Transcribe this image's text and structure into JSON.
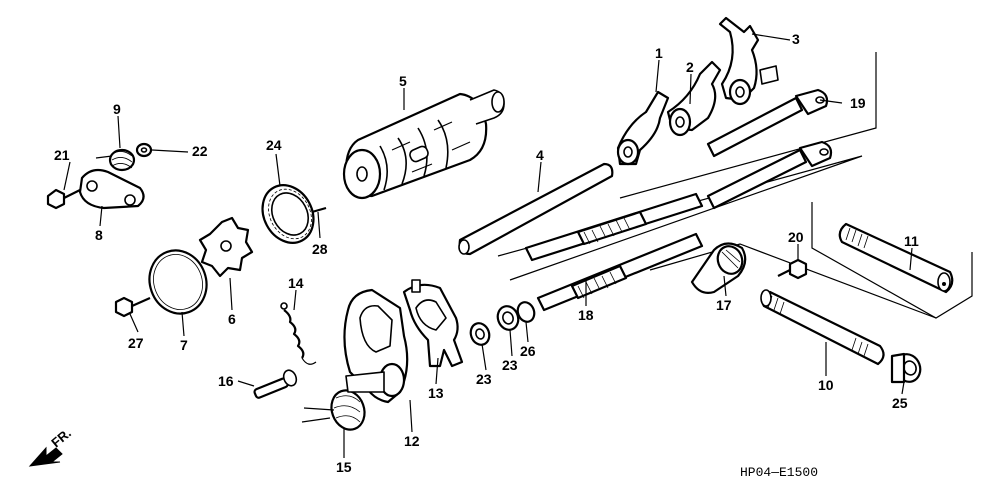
{
  "diagram_code": "HP04—E1500",
  "direction_label": "FR.",
  "callouts": {
    "p1": "1",
    "p2": "2",
    "p3": "3",
    "p4": "4",
    "p5": "5",
    "p6": "6",
    "p7": "7",
    "p8": "8",
    "p9": "9",
    "p10": "10",
    "p11": "11",
    "p12": "12",
    "p13": "13",
    "p14": "14",
    "p15": "15",
    "p16": "16",
    "p17": "17",
    "p18": "18",
    "p19": "19",
    "p20": "20",
    "p21": "21",
    "p22": "22",
    "p23a": "23",
    "p23b": "23",
    "p24": "24",
    "p25": "25",
    "p26": "26",
    "p27": "27",
    "p28": "28"
  }
}
